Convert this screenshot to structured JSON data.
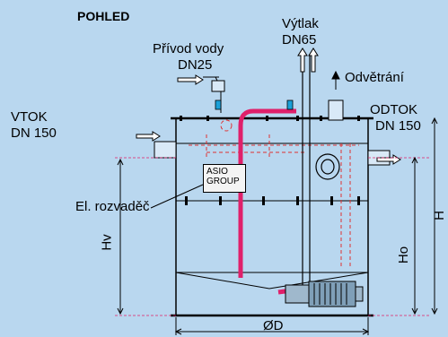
{
  "title": "POHLED",
  "labels": {
    "inlet_water": "Přívod vody",
    "inlet_water_dn": "DN25",
    "discharge": "Výtlak",
    "discharge_dn": "DN65",
    "vent": "Odvětrání",
    "inflow": "VTOK",
    "inflow_dn": "DN 150",
    "outflow": "ODTOK",
    "outflow_dn": "DN 150",
    "switchboard": "El. rozvaděč",
    "dim_hv": "Hv",
    "dim_h": "H",
    "dim_ho": "Ho",
    "dim_diameter": "ØD"
  },
  "logo": {
    "line1": "ASIO",
    "line2": "GROUP"
  },
  "colors": {
    "background": "#b9d7ef",
    "pipe_red": "#e0206a",
    "dashed_red": "#e03030",
    "outline": "#000000",
    "arrow_fill": "#ffffff"
  }
}
